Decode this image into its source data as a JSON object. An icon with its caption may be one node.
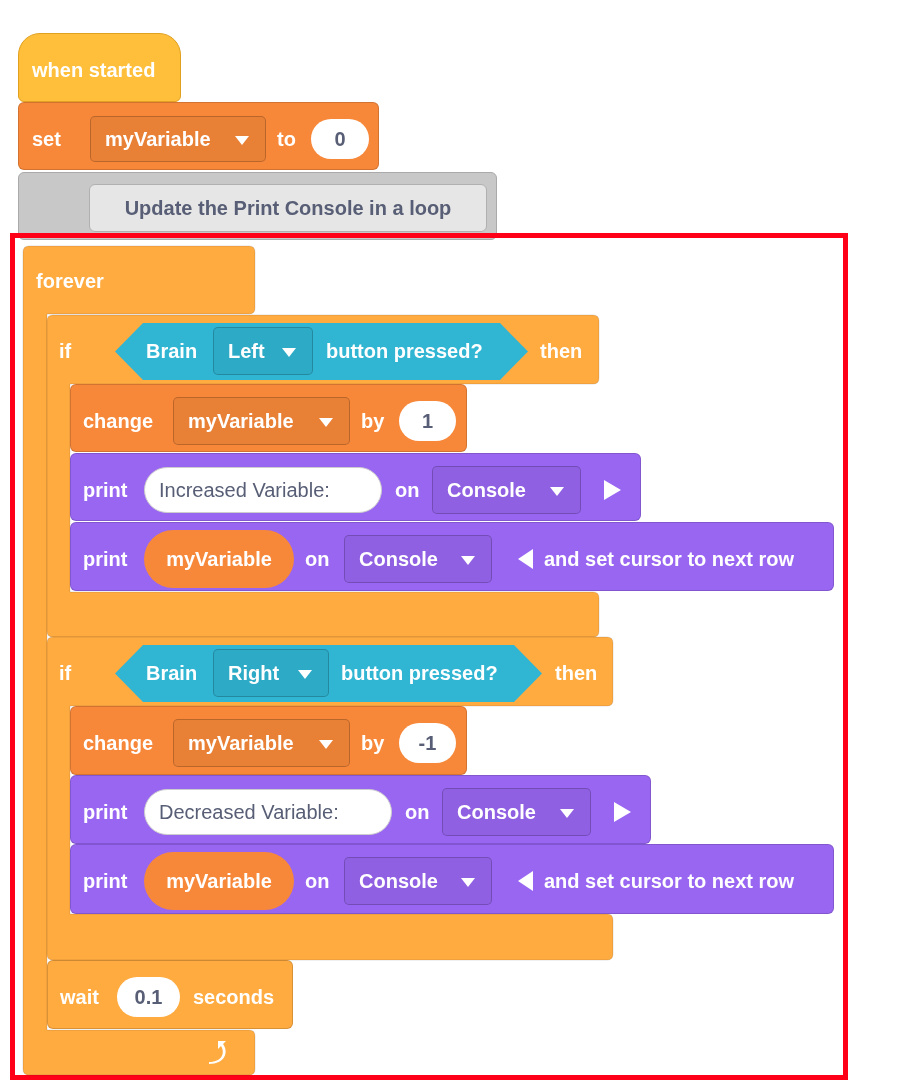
{
  "diagram": {
    "nodes": [
      {
        "text": [
          "when started"
        ]
      },
      {
        "text": [
          "set",
          "to"
        ]
      },
      {
        "text": [
          "myVariable"
        ],
        "in": 1
      },
      {
        "text": [
          "0"
        ],
        "in": 1
      },
      {
        "text": [
          "Update the Print Console in a loop"
        ]
      },
      {
        "text": [],
        "shape": "box"
      },
      {
        "text": [
          "forever"
        ],
        "in": 5
      },
      {
        "text": [
          "if",
          "then"
        ],
        "in": 5
      },
      {
        "text": [
          "Brain",
          "button pressed?"
        ],
        "in": 7
      },
      {
        "text": [
          "Left"
        ],
        "in": 8
      },
      {
        "text": [
          "change",
          "by"
        ],
        "in": 7
      },
      {
        "text": [
          "myVariable"
        ],
        "in": 10
      },
      {
        "text": [
          "1"
        ],
        "in": 10
      },
      {
        "text": [
          "print",
          "on"
        ],
        "in": 7
      },
      {
        "text": [
          "Increased Variable:"
        ],
        "in": 13
      },
      {
        "text": [
          "Console"
        ],
        "in": 13
      },
      {
        "text": [
          "print",
          "on",
          "and set cursor to next row"
        ],
        "in": 5
      },
      {
        "text": [
          "myVariable"
        ],
        "in": 16
      },
      {
        "text": [
          "Console"
        ],
        "in": 16
      },
      {
        "text": [
          "if",
          "then"
        ],
        "in": 5
      },
      {
        "text": [
          "Brain",
          "button pressed?"
        ],
        "in": 19
      },
      {
        "text": [
          "Right"
        ],
        "in": 20
      },
      {
        "text": [
          "change",
          "by"
        ],
        "in": 19
      },
      {
        "text": [
          "myVariable"
        ],
        "in": 22
      },
      {
        "text": [
          "-1"
        ],
        "in": 22
      },
      {
        "text": [
          "print",
          "on"
        ],
        "in": 19
      },
      {
        "text": [
          "Decreased Variable:"
        ],
        "in": 25
      },
      {
        "text": [
          "Console"
        ],
        "in": 25
      },
      {
        "text": [
          "print",
          "on",
          "and set cursor to next row"
        ],
        "in": 5
      },
      {
        "text": [
          "myVariable"
        ],
        "in": 28
      },
      {
        "text": [
          "Console"
        ],
        "in": 28
      },
      {
        "text": [
          "wait",
          "seconds"
        ],
        "in": 6
      },
      {
        "text": [
          "0.1"
        ],
        "in": 31
      }
    ]
  }
}
